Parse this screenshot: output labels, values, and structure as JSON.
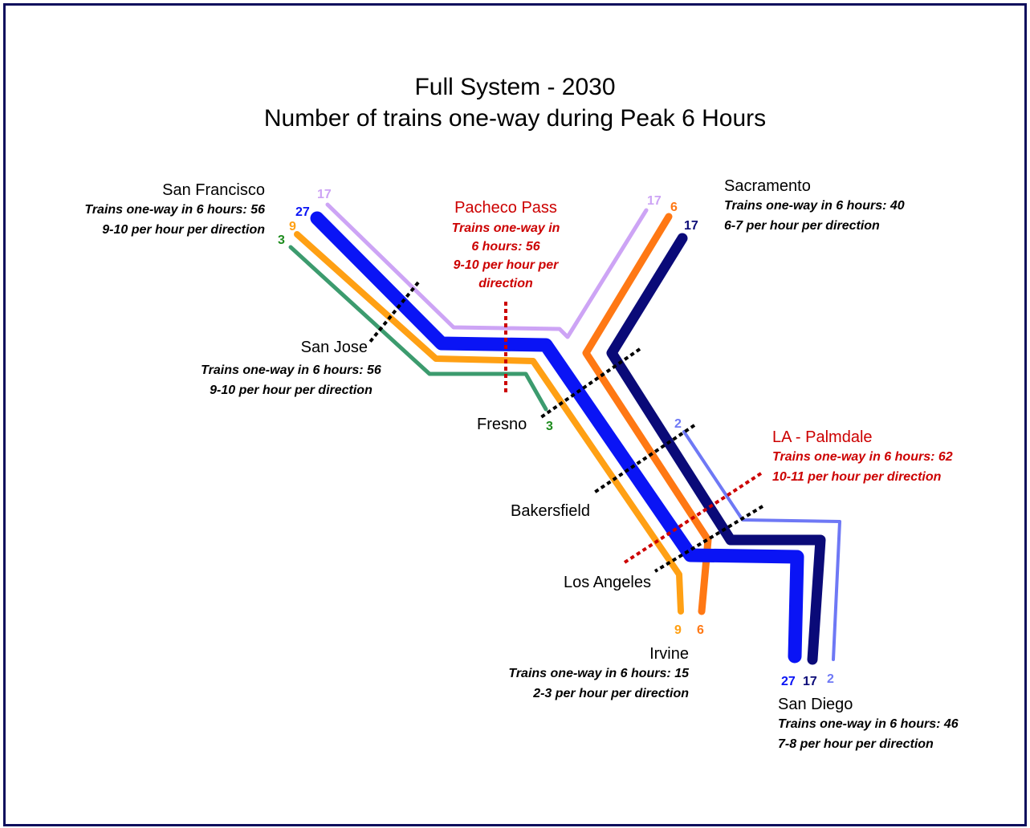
{
  "title": {
    "line1": "Full System - 2030",
    "line2": "Number of trains one-way during Peak 6 Hours"
  },
  "colors": {
    "blue": "#0a14f5",
    "navy": "#0a0a78",
    "lavender": "#cda4f5",
    "orange": "#ff7814",
    "amber": "#ffa014",
    "green": "#3c9b6e",
    "periwinkle": "#6e78f5",
    "green_text": "#1e8c1e",
    "red": "#cc0000",
    "frame": "#0d0d5c"
  },
  "stations": {
    "san_francisco": {
      "name": "San Francisco",
      "trains": "Trains one-way in 6 hours: 56",
      "rate": "9-10 per hour per direction"
    },
    "sacramento": {
      "name": "Sacramento",
      "trains": "Trains one-way in 6 hours: 40",
      "rate": "6-7 per hour per direction"
    },
    "pacheco_pass": {
      "name": "Pacheco Pass",
      "trains_l1": "Trains one-way in",
      "trains_l2": "6 hours: 56",
      "rate_l1": "9-10 per hour per",
      "rate_l2": "direction"
    },
    "san_jose": {
      "name": "San Jose",
      "trains": "Trains one-way in 6 hours: 56",
      "rate": "9-10 per hour per direction"
    },
    "fresno": {
      "name": "Fresno"
    },
    "bakersfield": {
      "name": "Bakersfield"
    },
    "la_palmdale": {
      "name": "LA - Palmdale",
      "trains": "Trains one-way in 6 hours: 62",
      "rate": "10-11 per hour per direction"
    },
    "los_angeles": {
      "name": "Los Angeles"
    },
    "irvine": {
      "name": "Irvine",
      "trains": "Trains one-way in 6 hours: 15",
      "rate": "2-3 per hour per direction"
    },
    "san_diego": {
      "name": "San Diego",
      "trains": "Trains one-way in 6 hours: 46",
      "rate": "7-8 per hour per direction"
    }
  },
  "route_counts": {
    "sf_lavender": "17",
    "sf_blue": "27",
    "sf_amber": "9",
    "sf_green": "3",
    "sac_lavender": "17",
    "sac_orange": "6",
    "sac_navy": "17",
    "fresno_green": "3",
    "periwinkle_start": "2",
    "irvine_amber": "9",
    "irvine_orange": "6",
    "sd_blue": "27",
    "sd_navy": "17",
    "sd_periwinkle": "2"
  }
}
